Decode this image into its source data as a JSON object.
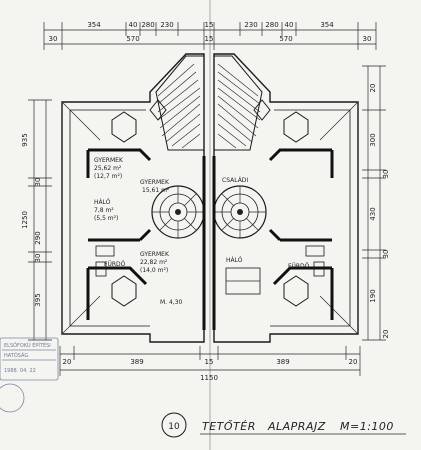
{
  "sheet": {
    "number": "10",
    "title_word1": "TETŐTÉR",
    "title_word2": "ALAPRAJZ",
    "scale": "M=1:100"
  },
  "dimensions": {
    "top_row_upper": [
      "354",
      "40",
      "280",
      "230",
      "15",
      "230",
      "280",
      "40",
      "354"
    ],
    "top_row_lower": [
      "30",
      "570",
      "15",
      "570",
      "30"
    ],
    "bottom_row": [
      "20",
      "389",
      "15",
      "389",
      "20"
    ],
    "bottom_total": "1150",
    "left_side": [
      "935",
      "30",
      "1250",
      "290",
      "30",
      "395"
    ],
    "right_side": [
      "20",
      "300",
      "30",
      "430",
      "30",
      "190",
      "20"
    ]
  },
  "rooms": {
    "left_room1_name": "GYERMEK",
    "left_room1_area": "25,62 m²",
    "left_room1_extra": "(12,7 m²)",
    "left_room2_name": "GYERMEK",
    "left_room2_area": "15,61 m²",
    "left_room3_name": "HÁLÓ",
    "left_room3_area": "7,8 m²",
    "left_room3_extra": "(5,5 m²)",
    "left_room4_name": "FÜRDŐ",
    "left_room5_name": "GYERMEK",
    "left_room5_area": "22,82 m²",
    "left_room5_extra": "(14,0 m²)",
    "right_room1_name": "CSALÁDI",
    "right_room2_name": "HÁLÓ",
    "right_room3_name": "FÜRDŐ",
    "level": "M. 4,30"
  },
  "stamp": {
    "line1": "ELSŐFOKÚ ÉPÍTÉSI",
    "line2": "HATÓSÁG",
    "date": "1988. 04. 22"
  }
}
